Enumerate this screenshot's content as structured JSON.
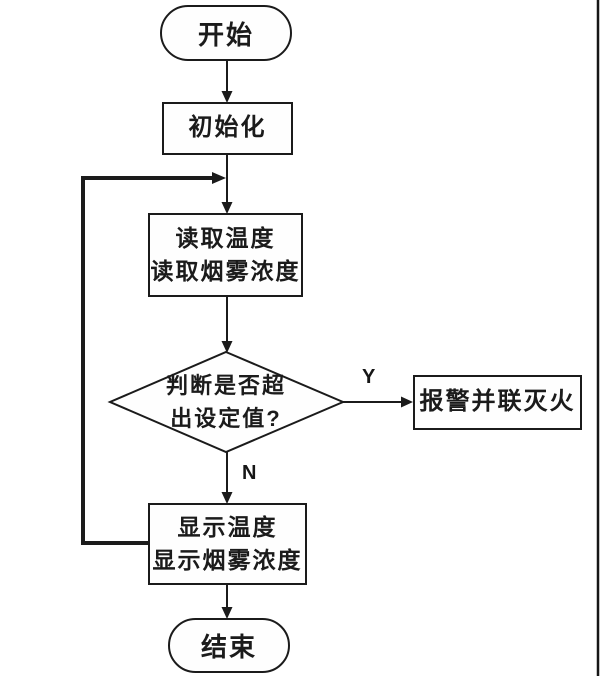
{
  "flowchart": {
    "colors": {
      "background": "#ffffff",
      "stroke": "#1b1b1b",
      "node_fill": "#fefefe"
    },
    "nodes": {
      "start": {
        "type": "terminator",
        "label": "开始"
      },
      "init": {
        "type": "process",
        "label": "初始化"
      },
      "read": {
        "type": "process",
        "line1": "读取温度",
        "line2": "读取烟雾浓度"
      },
      "decision": {
        "type": "decision",
        "line1": "判断是否超",
        "line2": "出设定值?"
      },
      "alarm": {
        "type": "process",
        "label": "报警并联灭火"
      },
      "display": {
        "type": "process",
        "line1": "显示温度",
        "line2": "显示烟雾浓度"
      },
      "end": {
        "type": "terminator",
        "label": "结束"
      }
    },
    "edge_labels": {
      "yes": "Y",
      "no": "N"
    }
  }
}
